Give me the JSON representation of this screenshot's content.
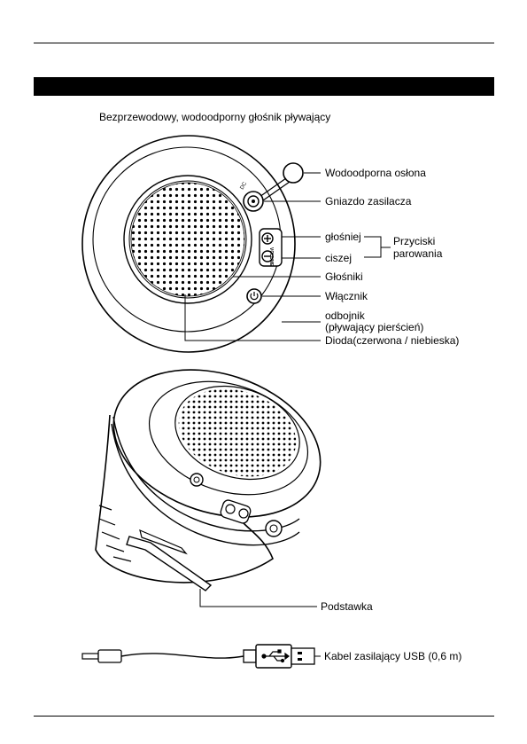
{
  "document": {
    "caption": "Bezprzewodowy, wodoodporny głośnik pływający"
  },
  "top_view_labels": {
    "waterproof_cover": "Wodoodporna osłona",
    "power_socket": "Gniazdo zasilacza",
    "volume_up": "głośniej",
    "volume_down": "ciszej",
    "pairing_buttons_line1": "Przyciski",
    "pairing_buttons_line2": "parowania",
    "speakers": "Głośniki",
    "power_switch": "Włącznik",
    "bumper_line1": "odbojnik",
    "bumper_line2": "(pływający pierścień)",
    "led": "Dioda(czerwona / niebieska)"
  },
  "side_view_labels": {
    "stand": "Podstawka"
  },
  "cable_labels": {
    "usb_cable": "Kabel zasilający USB (0,6 m)"
  },
  "device_markings": {
    "volume_text": "VOLUME"
  }
}
